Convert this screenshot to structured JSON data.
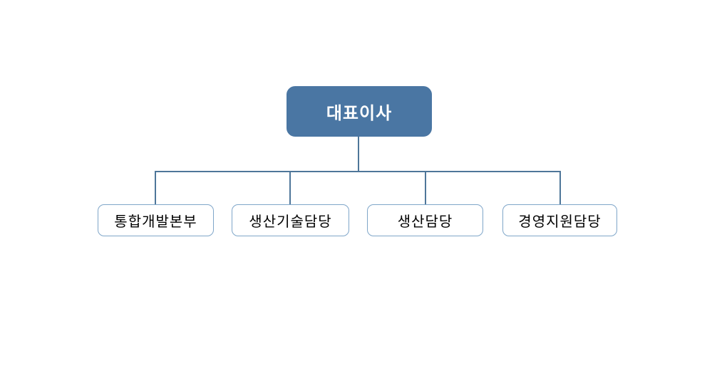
{
  "org_chart": {
    "root": {
      "label": "대표이사"
    },
    "children": [
      {
        "label": "통합개발본부"
      },
      {
        "label": "생산기술담당"
      },
      {
        "label": "생산담당"
      },
      {
        "label": "경영지원담당"
      }
    ],
    "colors": {
      "root_fill": "#4A76A3",
      "root_text": "#FFFFFF",
      "child_border": "#7FA6C9",
      "child_text": "#000000",
      "connector": "#4E7699",
      "canvas_bg": "#FFFFFF"
    }
  }
}
